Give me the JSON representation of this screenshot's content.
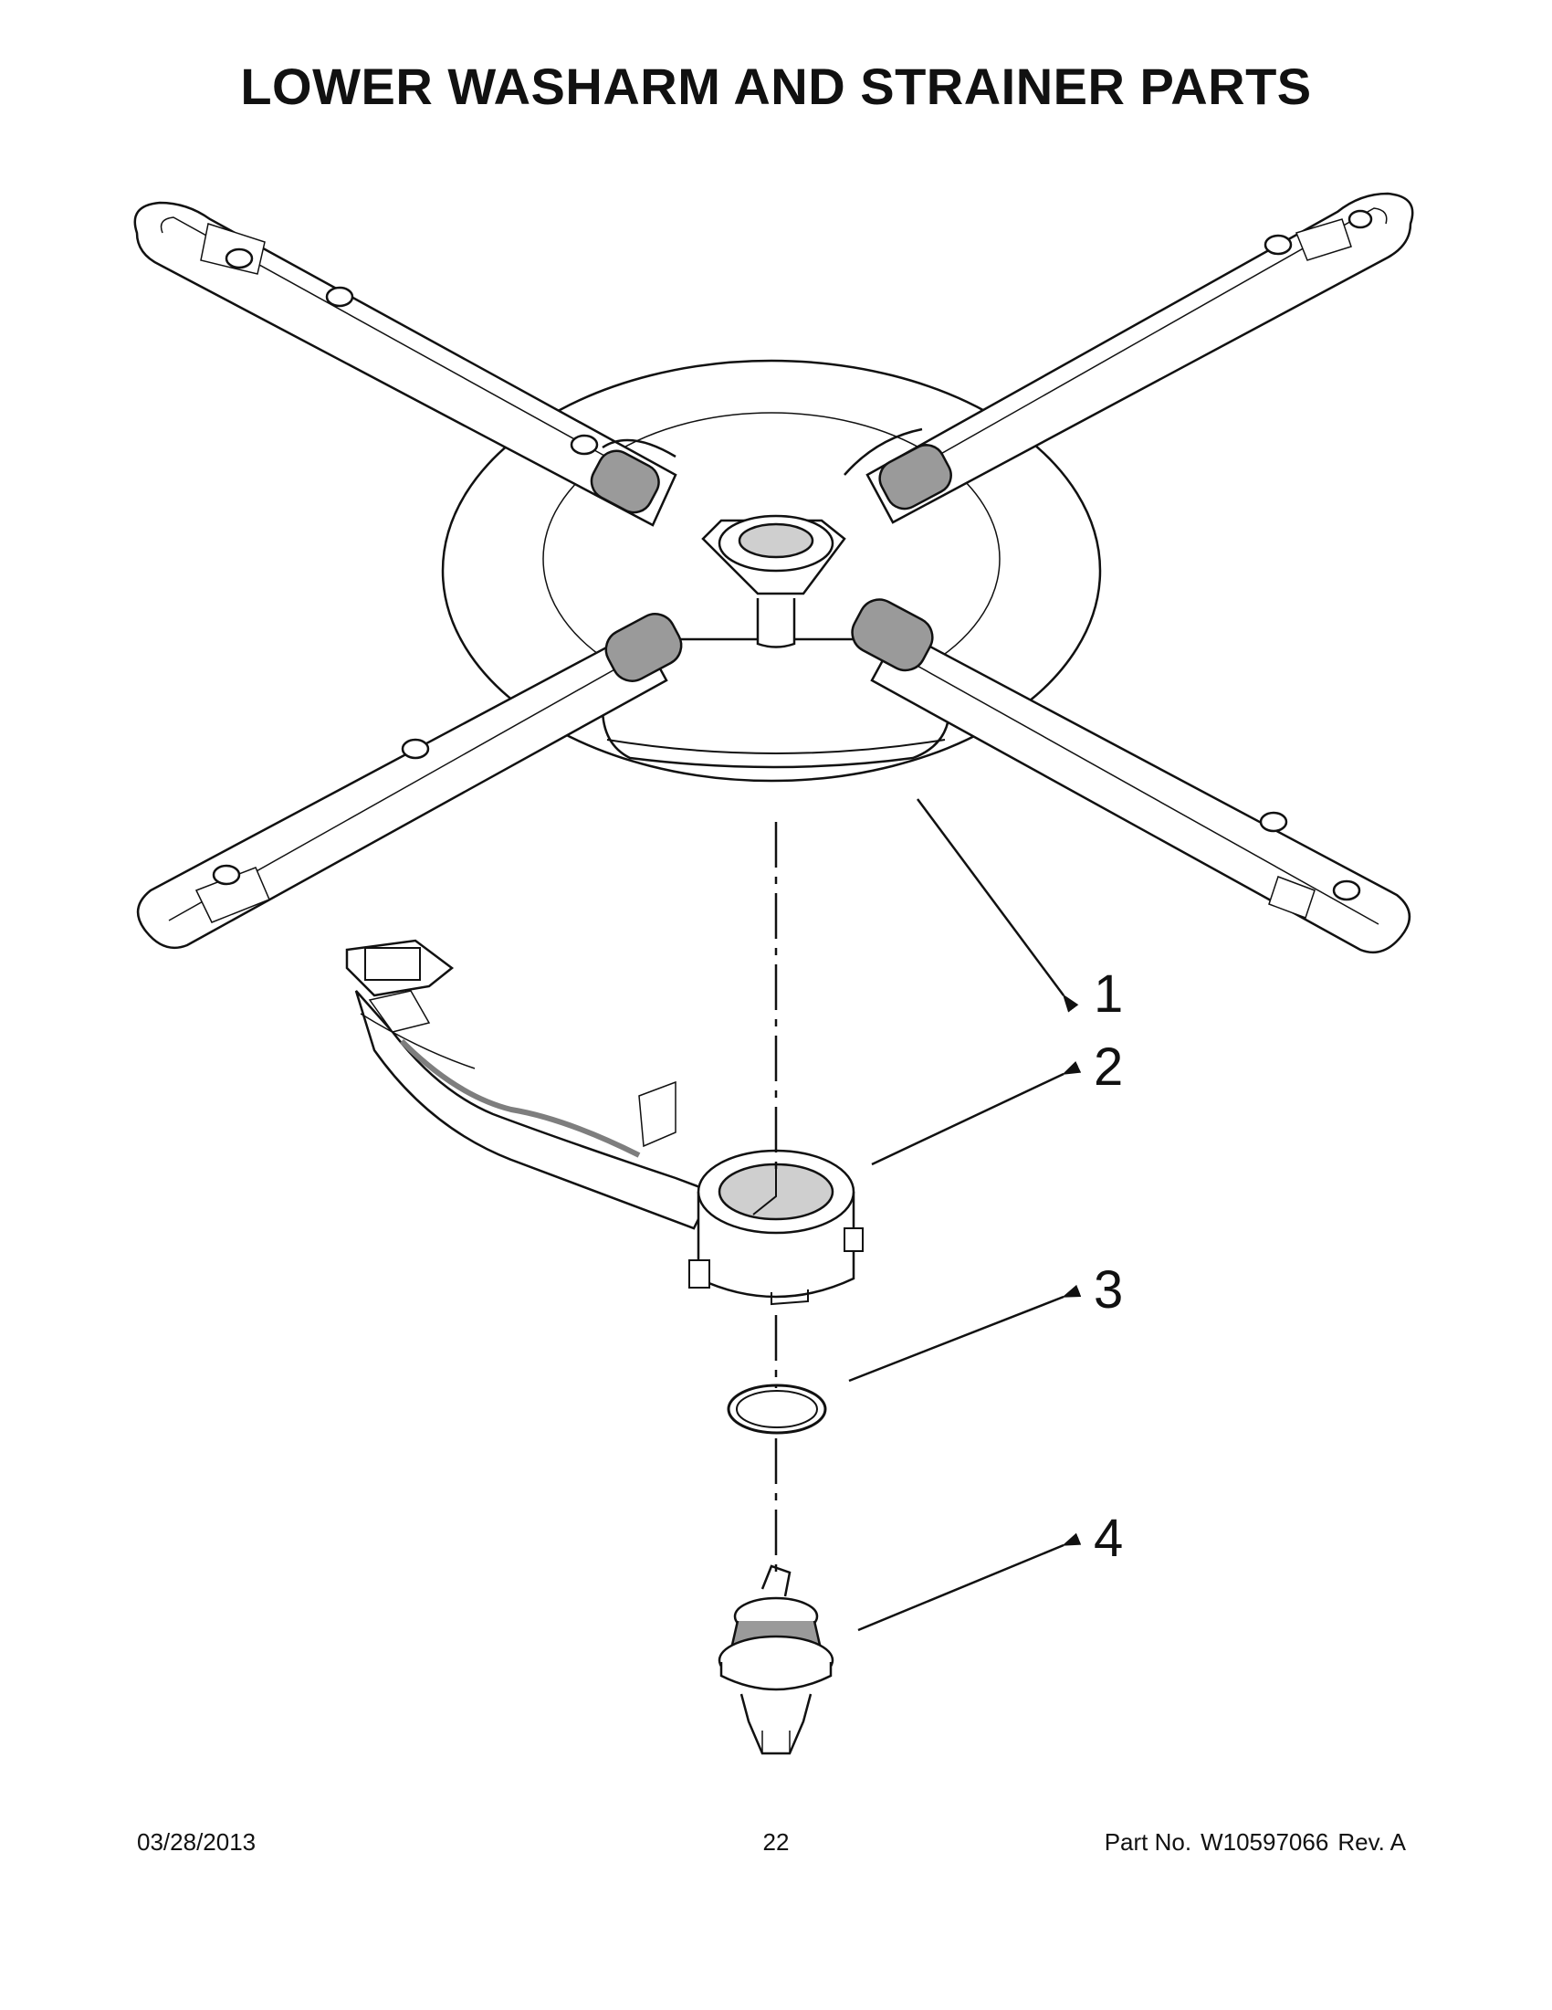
{
  "title": "LOWER WASHARM AND STRAINER PARTS",
  "callouts": [
    {
      "number": "1",
      "part": "lower-washarm"
    },
    {
      "number": "2",
      "part": "strainer-manifold"
    },
    {
      "number": "3",
      "part": "o-ring"
    },
    {
      "number": "4",
      "part": "washarm-mount"
    }
  ],
  "footer": {
    "date": "03/28/2013",
    "page": "22",
    "part_label": "Part No.",
    "part_number": "W10597066",
    "rev": "Rev.  A"
  },
  "colors": {
    "line": "#111111",
    "shade": "#9a9a9a",
    "light": "#cfcfcf",
    "paper": "#ffffff"
  }
}
